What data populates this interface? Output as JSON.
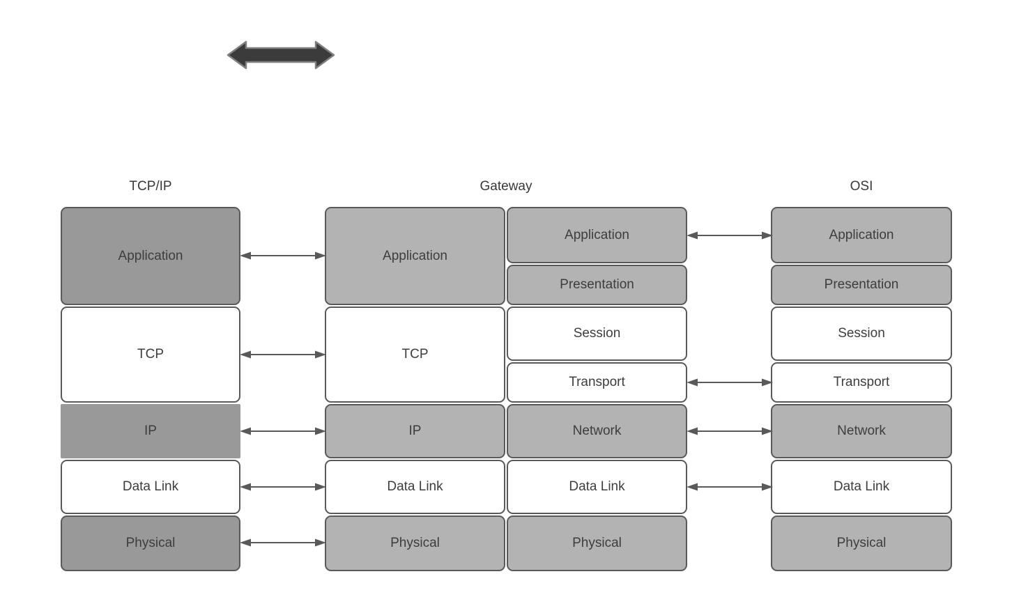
{
  "headers": {
    "tcpip": "TCP/IP",
    "gateway": "Gateway",
    "osi": "OSI"
  },
  "stacks": {
    "tcpip": {
      "layers": [
        {
          "label": "Application",
          "tone": "dark"
        },
        {
          "label": "TCP",
          "tone": "white"
        },
        {
          "label": "IP",
          "tone": "dark"
        },
        {
          "label": "Data Link",
          "tone": "white"
        },
        {
          "label": "Physical",
          "tone": "dark"
        }
      ]
    },
    "gateway_left": {
      "layers": [
        {
          "label": "Application",
          "tone": "light"
        },
        {
          "label": "TCP",
          "tone": "white"
        },
        {
          "label": "IP",
          "tone": "light"
        },
        {
          "label": "Data Link",
          "tone": "white"
        },
        {
          "label": "Physical",
          "tone": "light"
        }
      ]
    },
    "gateway_right": {
      "layers": [
        {
          "label": "Application",
          "tone": "light"
        },
        {
          "label": "Presentation",
          "tone": "light"
        },
        {
          "label": "Session",
          "tone": "white"
        },
        {
          "label": "Transport",
          "tone": "white"
        },
        {
          "label": "Network",
          "tone": "light"
        },
        {
          "label": "Data Link",
          "tone": "white"
        },
        {
          "label": "Physical",
          "tone": "light"
        }
      ]
    },
    "osi": {
      "layers": [
        {
          "label": "Application",
          "tone": "light"
        },
        {
          "label": "Presentation",
          "tone": "light"
        },
        {
          "label": "Session",
          "tone": "white"
        },
        {
          "label": "Transport",
          "tone": "white"
        },
        {
          "label": "Network",
          "tone": "light"
        },
        {
          "label": "Data Link",
          "tone": "white"
        },
        {
          "label": "Physical",
          "tone": "light"
        }
      ]
    }
  },
  "connections": {
    "tcpip_gateway": [
      "Application",
      "TCP",
      "IP",
      "Data Link",
      "Physical"
    ],
    "gateway_osi": [
      "Application",
      "Transport",
      "Network",
      "Data Link"
    ]
  },
  "colors": {
    "dark_gray_fill": "#999999",
    "light_gray_fill": "#b3b3b3",
    "white_fill": "#ffffff",
    "border": "#595959",
    "text": "#3d3d3d",
    "arrow": "#595959",
    "top_arrow_fill": "#3b3b3b",
    "top_arrow_stroke": "#808080"
  }
}
